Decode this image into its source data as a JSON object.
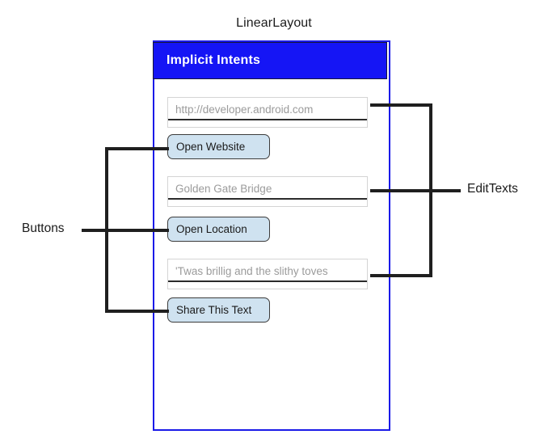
{
  "diagram": {
    "caption": "LinearLayout",
    "annotations": {
      "buttons_label": "Buttons",
      "edittexts_label": "EditTexts"
    },
    "colors": {
      "frame_border": "#1a1ae8",
      "app_bar_background": "#1515f5",
      "app_bar_title": "#ffffff",
      "button_fill": "#cfe2f0",
      "button_border": "#3c3c3c",
      "edittext_border": "#d4d4d4",
      "edittext_underline": "#2b2b2b",
      "hint_text": "#9b9b9b",
      "annotation_line": "#1f1f1f",
      "canvas_background": "#ffffff"
    }
  },
  "app": {
    "title": "Implicit Intents",
    "edit_texts": [
      {
        "name": "url",
        "placeholder": "http://developer.android.com",
        "value": ""
      },
      {
        "name": "location",
        "placeholder": "Golden Gate Bridge",
        "value": ""
      },
      {
        "name": "share",
        "placeholder": "'Twas brillig and the slithy toves",
        "value": ""
      }
    ],
    "buttons": [
      {
        "name": "open-website",
        "label": "Open Website"
      },
      {
        "name": "open-location",
        "label": "Open Location"
      },
      {
        "name": "share-this-text",
        "label": "Share This Text"
      }
    ]
  }
}
